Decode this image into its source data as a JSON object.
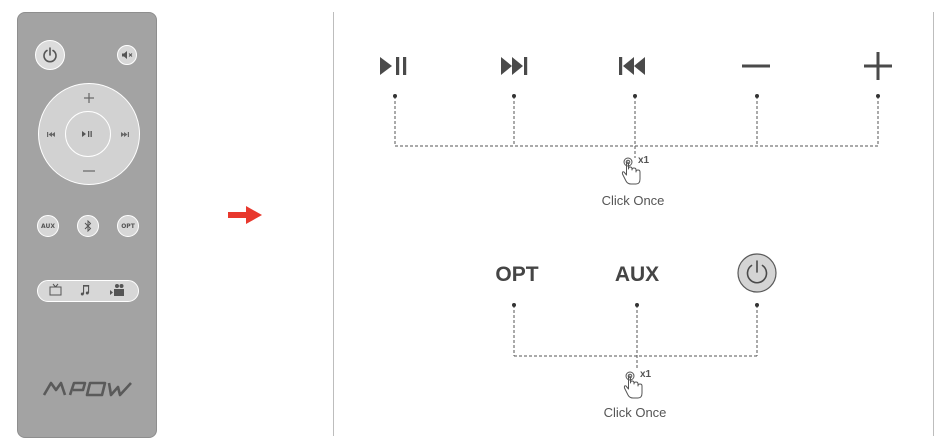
{
  "remote": {
    "aux_label": "AUX",
    "opt_label": "OPT",
    "brand": "MPOW"
  },
  "top_group": {
    "buttons": [
      {
        "name": "play-pause-icon"
      },
      {
        "name": "next-track-icon"
      },
      {
        "name": "previous-track-icon"
      },
      {
        "name": "volume-down-icon"
      },
      {
        "name": "volume-up-icon"
      }
    ],
    "tap_count": "x1",
    "caption": "Click Once"
  },
  "bottom_group": {
    "opt_label": "OPT",
    "aux_label": "AUX",
    "tap_count": "x1",
    "caption": "Click Once"
  },
  "colors": {
    "remote_body": "#a3a3a3",
    "remote_button": "#d7d7d7",
    "arrow": "#e8382d",
    "icon": "#4a4a4a",
    "divider": "#bdbdbd"
  }
}
